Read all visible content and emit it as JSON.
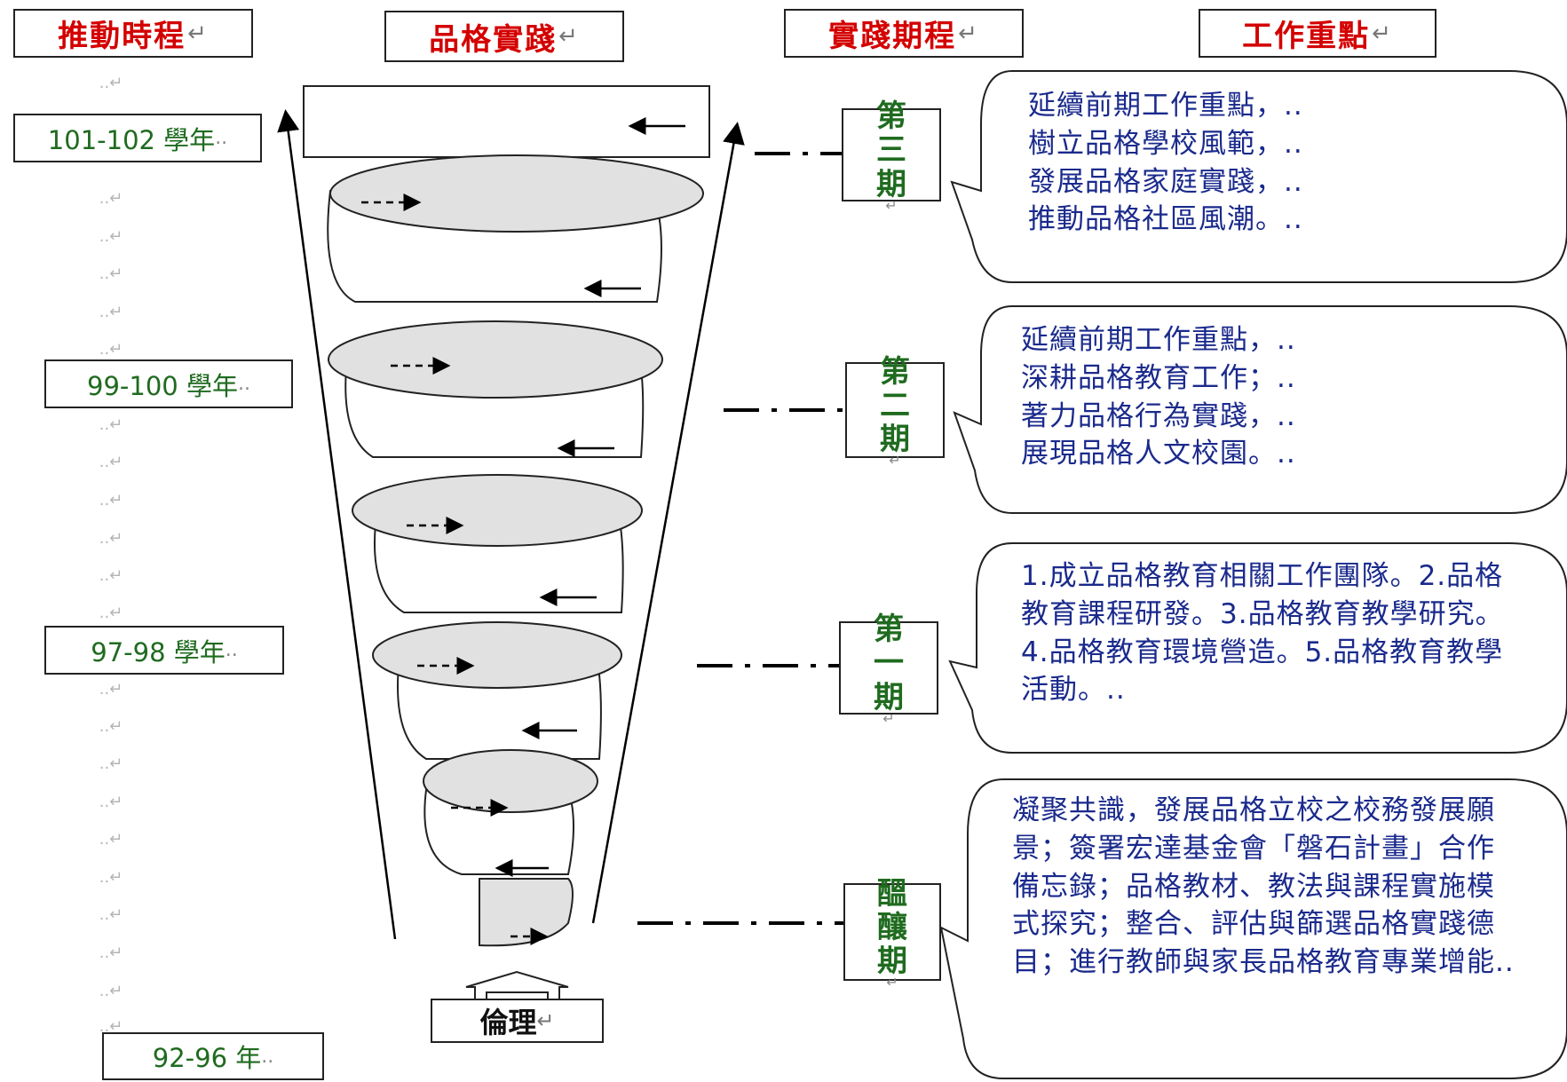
{
  "headers": {
    "timeline": "推動時程",
    "practice": "品格實踐",
    "period": "實踐期程",
    "focus": "工作重點",
    "mark": "↵"
  },
  "years": [
    {
      "label": "101-102 學年",
      "mark": ".."
    },
    {
      "label": "99-100 學年",
      "mark": ".."
    },
    {
      "label": "97-98 學年",
      "mark": ".."
    },
    {
      "label": "92-96 年",
      "mark": ".."
    }
  ],
  "dots": "..↵",
  "phases": [
    {
      "chars": [
        "第",
        "三",
        "期"
      ],
      "mark": "↵"
    },
    {
      "chars": [
        "第",
        "二",
        "期"
      ],
      "mark": "↵"
    },
    {
      "chars": [
        "第",
        "一",
        "期"
      ],
      "mark": "↵"
    },
    {
      "chars": [
        "醞",
        "釀",
        "期"
      ],
      "mark": "↵"
    }
  ],
  "callouts": {
    "phase3": [
      "延續前期工作重點，..",
      "樹立品格學校風範，..",
      "發展品格家庭實踐，..",
      "推動品格社區風潮。.."
    ],
    "phase2": [
      "延續前期工作重點，..",
      "深耕品格教育工作；..",
      "著力品格行為實踐，..",
      "展現品格人文校園。.."
    ],
    "phase1": "1.成立品格教育相關工作團隊。2.品格教育課程研發。3.品格教育教學研究。4.品格教育環境營造。5.品格教育教學活動。..",
    "incubation": "凝聚共識，發展品格立校之校務發展願景；簽署宏達基金會「磐石計畫」合作備忘錄；品格教材、教法與課程實施模式探究；整合、評估與篩選品格實踐德目；進行教師與家長品格教育專業增能.."
  },
  "base": {
    "label": "倫理",
    "mark": "↵"
  }
}
